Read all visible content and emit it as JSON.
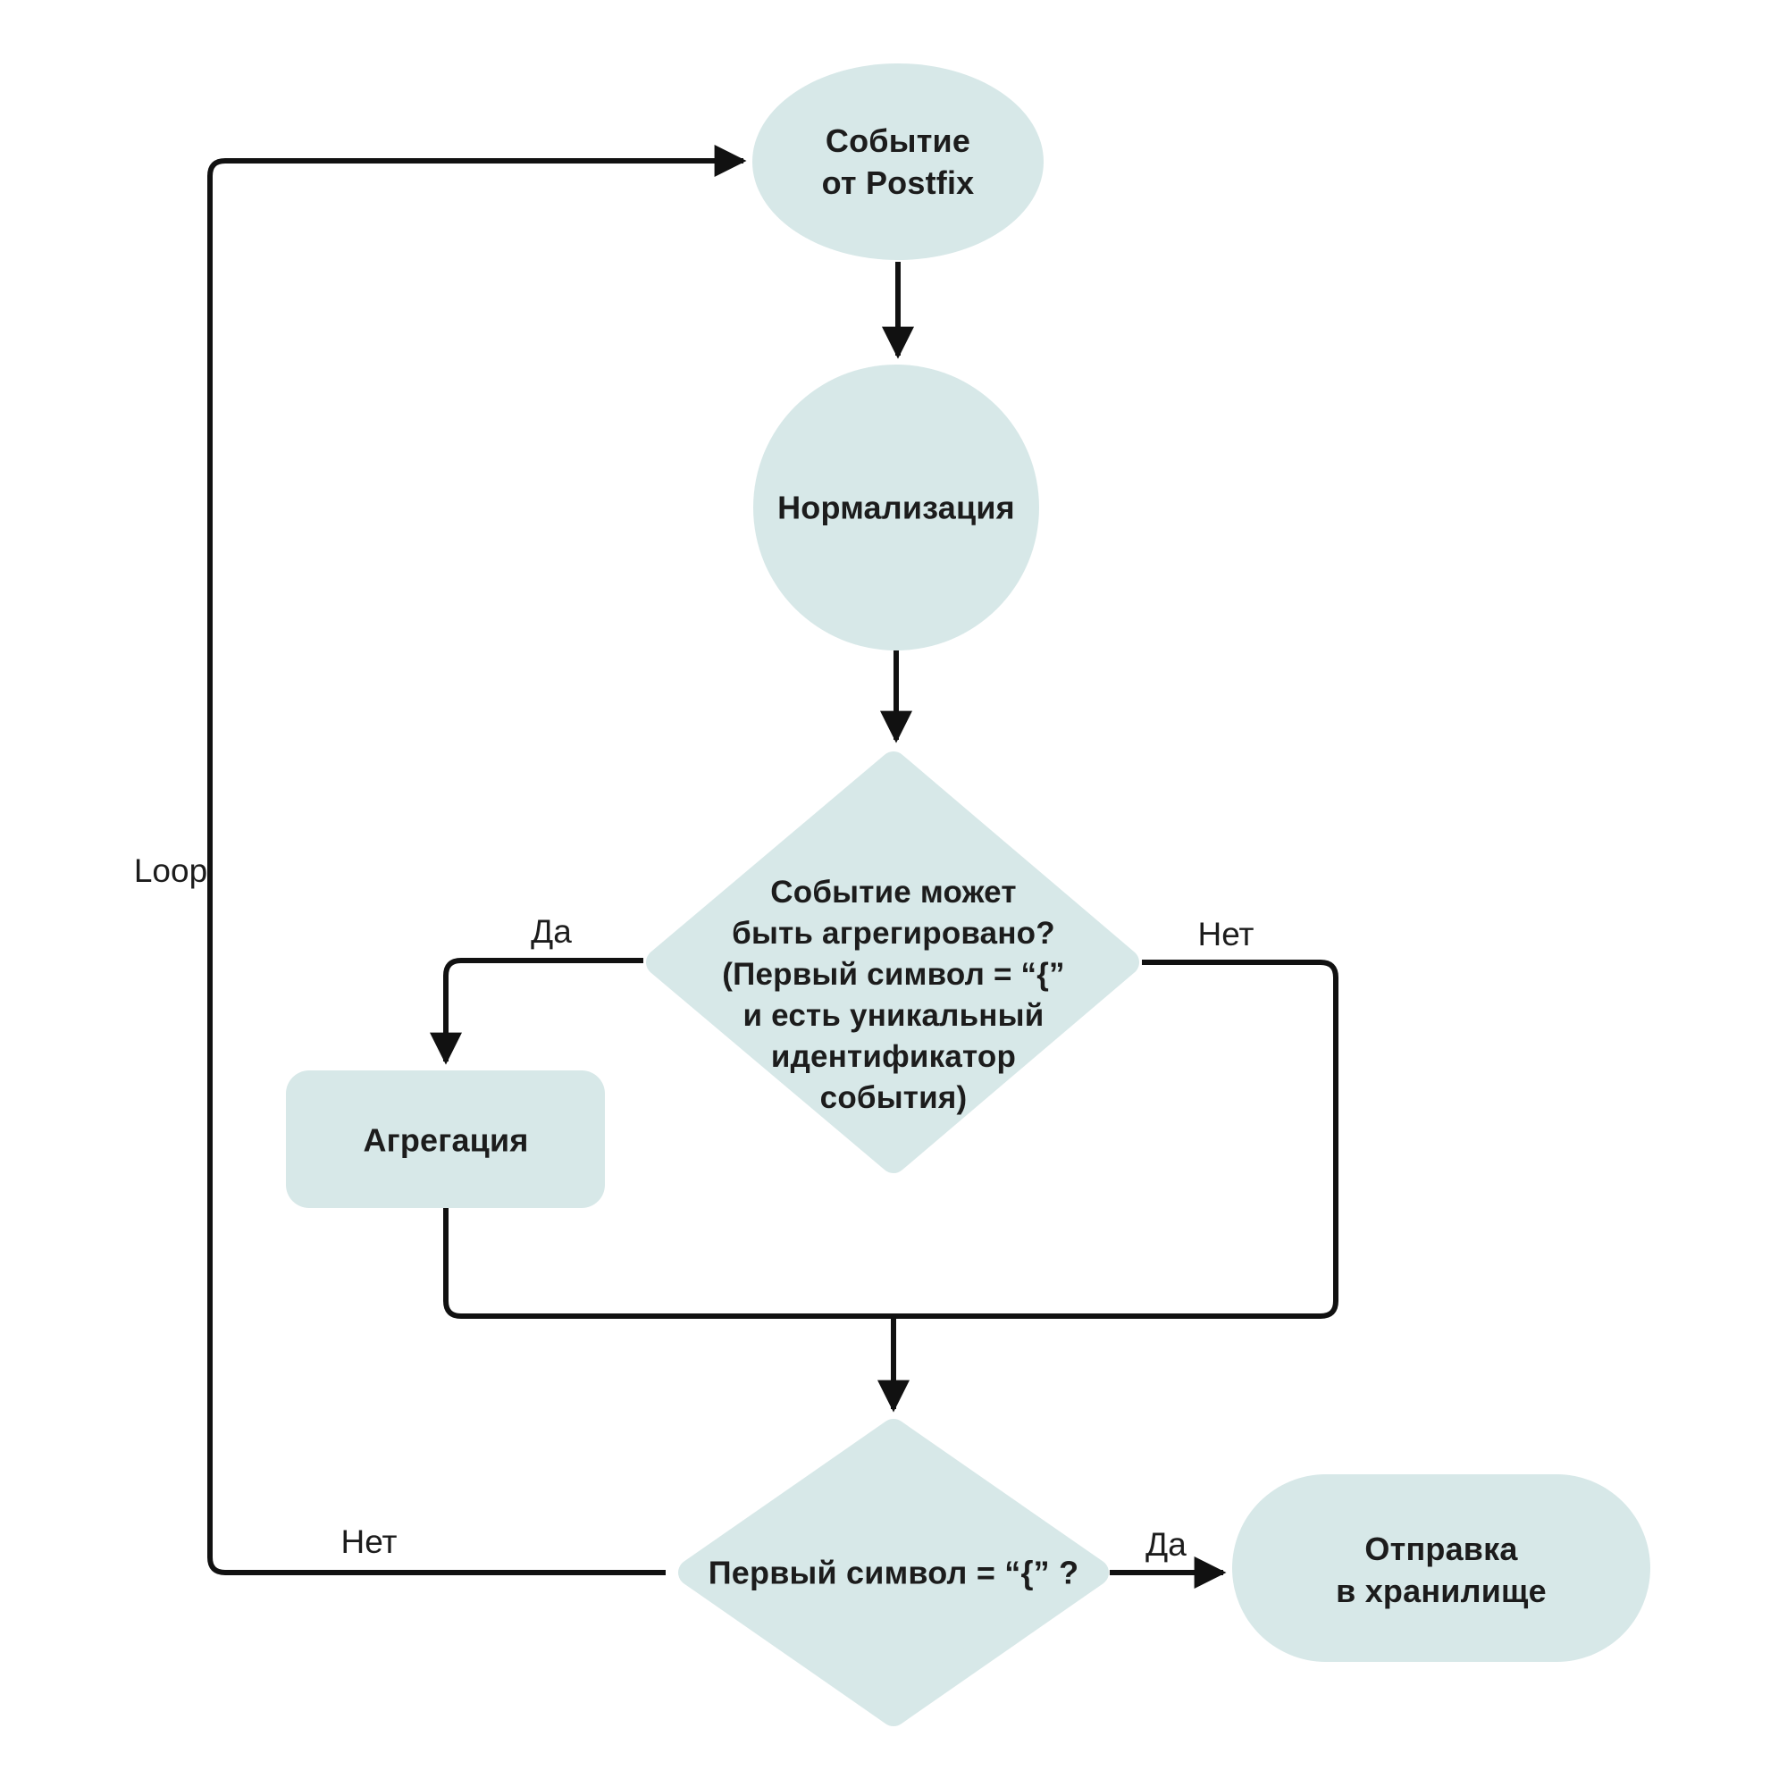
{
  "colors": {
    "shape_fill": "#d7e8e8",
    "line": "#111111",
    "text": "#1c1c1c",
    "background": "#ffffff"
  },
  "nodes": {
    "start": {
      "lines": [
        "Событие",
        "от Postfix"
      ]
    },
    "normalize": {
      "label": "Нормализация"
    },
    "aggregate_decision": {
      "lines": [
        "Событие может",
        "быть агрегировано?",
        "(Первый символ  = “{”",
        "и есть уникальный",
        "идентификатор",
        "события)"
      ]
    },
    "aggregation": {
      "label": "Агрегация"
    },
    "first_char_decision": {
      "label": "Первый символ  = “{” ?"
    },
    "send_to_storage": {
      "lines": [
        "Отправка",
        "в хранилище"
      ]
    }
  },
  "edge_labels": {
    "yes_top": "Да",
    "no_top": "Нет",
    "yes_bottom": "Да",
    "no_bottom": "Нет",
    "loop": "Loop"
  }
}
